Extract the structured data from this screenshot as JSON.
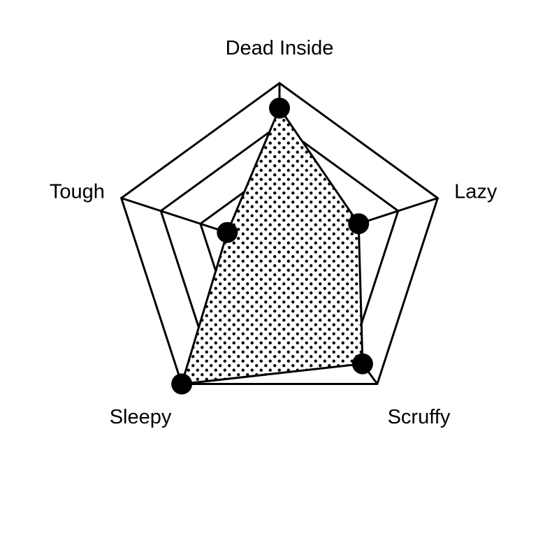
{
  "chart_data": {
    "type": "radar",
    "axes": [
      "Dead Inside",
      "Lazy",
      "Scruffy",
      "Sleepy",
      "Tough"
    ],
    "series": [
      {
        "values": [
          0.85,
          0.5,
          0.85,
          1.0,
          0.33
        ]
      }
    ],
    "range": [
      0,
      1
    ],
    "grid_levels": [
      0.2,
      0.5,
      0.75,
      1.0
    ],
    "fill_pattern": "dots",
    "marker_color": "#000000",
    "line_color": "#000000",
    "background_color": "#ffffff"
  }
}
